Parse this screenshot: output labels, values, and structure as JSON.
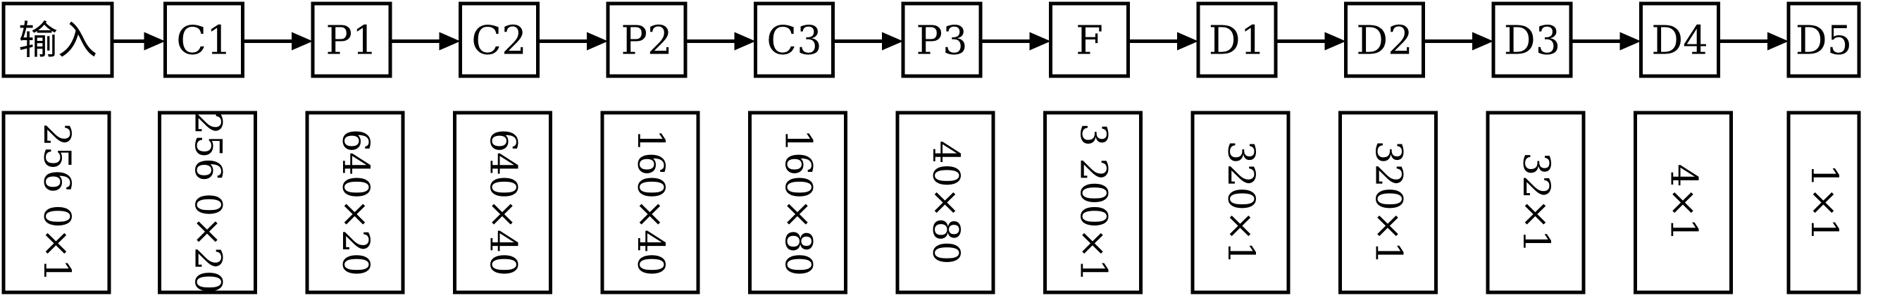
{
  "layers": [
    {
      "name": "输入",
      "shape": "256 0×1"
    },
    {
      "name": "C1",
      "shape": "256 0×20"
    },
    {
      "name": "P1",
      "shape": "640×20"
    },
    {
      "name": "C2",
      "shape": "640×40"
    },
    {
      "name": "P2",
      "shape": "160×40"
    },
    {
      "name": "C3",
      "shape": "160×80"
    },
    {
      "name": "P3",
      "shape": "40×80"
    },
    {
      "name": "F",
      "shape": "3 200×1"
    },
    {
      "name": "D1",
      "shape": "320×1"
    },
    {
      "name": "D2",
      "shape": "320×1"
    },
    {
      "name": "D3",
      "shape": "32×1"
    },
    {
      "name": "D4",
      "shape": "4×1"
    },
    {
      "name": "D5",
      "shape": "1×1"
    }
  ]
}
